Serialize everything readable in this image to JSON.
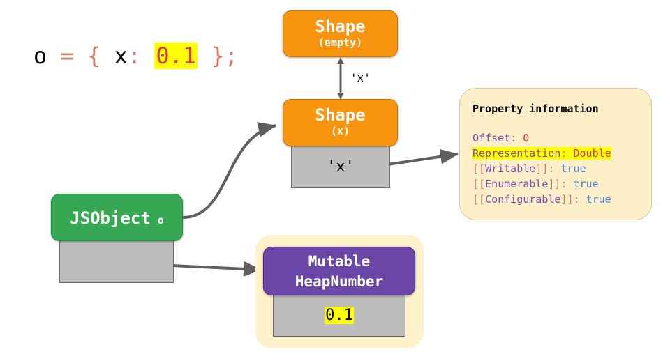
{
  "code": {
    "var": "o",
    "eq": " = ",
    "open": "{ ",
    "key": "x",
    "colon": ": ",
    "value": "0.1",
    "close": " };"
  },
  "shape_empty": {
    "title": "Shape",
    "subtitle": "(empty)"
  },
  "transition_label": "'x'",
  "shape_x": {
    "title": "Shape",
    "subtitle": "(x)",
    "slot_label": "'x'"
  },
  "jsobject": {
    "title": "JSObject",
    "subtitle": "o"
  },
  "heapnumber": {
    "line1": "Mutable",
    "line2": "HeapNumber",
    "value": "0.1"
  },
  "property_info": {
    "title": "Property information",
    "offset_key": "Offset",
    "offset_val": "0",
    "repr_key": "Representation",
    "repr_val": "Double",
    "writable_key": "Writable",
    "writable_val": "true",
    "enumerable_key": "Enumerable",
    "enumerable_val": "true",
    "configurable_key": "Configurable",
    "configurable_val": "true"
  },
  "colors": {
    "shape": "#f7940e",
    "jsobject": "#36a853",
    "heapnumber": "#6a47a7",
    "slot": "#bdbdbd",
    "info_bg": "#fdf0c8",
    "highlight": "#ffff00",
    "arrow": "#5f5f5f"
  }
}
